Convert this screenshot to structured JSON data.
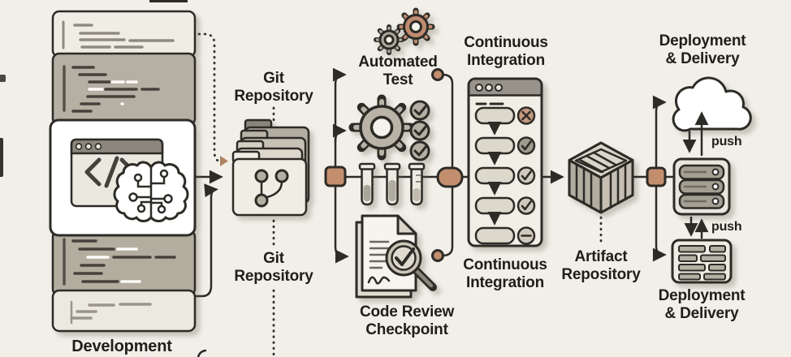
{
  "labels": {
    "development": "Development",
    "git_repository_top": "Git Repository",
    "git_repository_bottom": "Git Repository",
    "automated_test": "Automated Test",
    "code_review_checkpoint": "Code Review Checkpoint",
    "continuous_integration_top": "Continuous Integration",
    "continuous_integration_bottom": "Continuous Integration",
    "artifact_repository": "Artifact Repository",
    "deployment_delivery_top": "Deployment & Delivery",
    "deployment_delivery_bottom": "Deployment & Delivery",
    "push_cloud": "push",
    "push_monitor": "push"
  },
  "ci_pipeline": {
    "stage_count": 5,
    "stages": [
      {
        "status": "failed"
      },
      {
        "status": "passed"
      },
      {
        "status": "passed"
      },
      {
        "status": "passed"
      },
      {
        "status": "skipped"
      }
    ]
  },
  "icons": [
    "code-window-icon",
    "ai-brain-icon",
    "git-folder-stack-icon",
    "git-branch-icon",
    "gear-icon",
    "test-tube-icon",
    "check-circle-icon",
    "document-icon",
    "magnifier-check-icon",
    "pipeline-window-icon",
    "crate-icon",
    "cloud-icon",
    "server-rack-icon",
    "dashboard-icon"
  ],
  "colors": {
    "background": "#f1efe8",
    "accent_tan": "#c28e6e",
    "outline": "#2d2b26",
    "card_gray": "#b6b0a4",
    "card_light": "#f0ede4",
    "status_fail": "#c4977f",
    "status_pass_dark": "#a09b8f",
    "status_pass_light": "#cfcabd"
  }
}
